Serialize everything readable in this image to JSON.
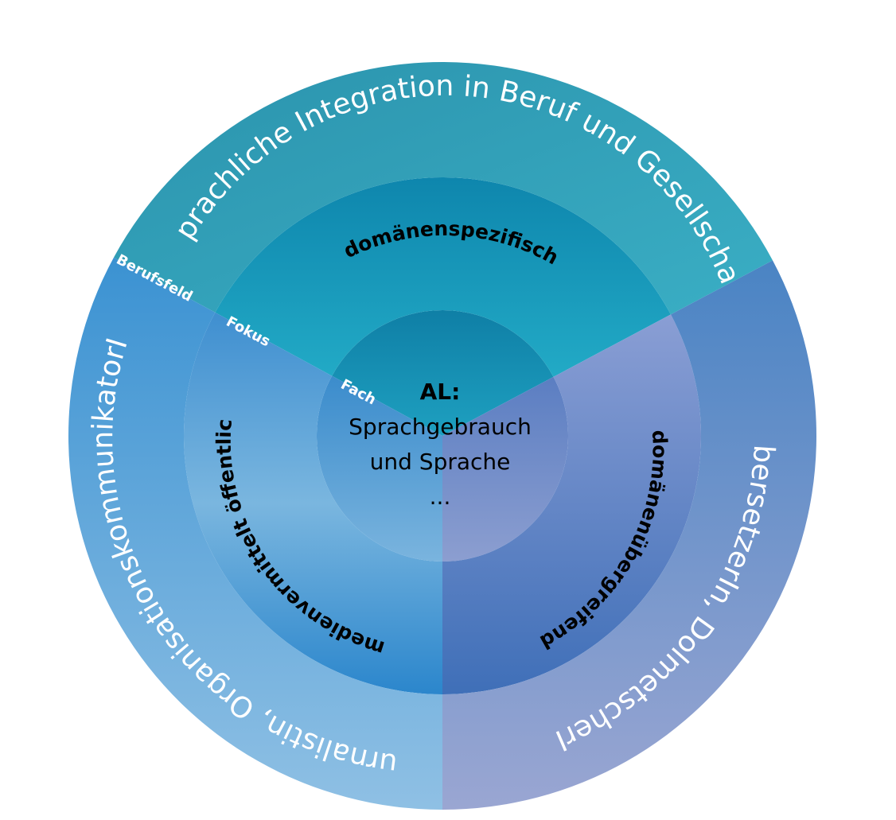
{
  "center": {
    "title": "AL:",
    "line1": "Sprachgebrauch",
    "line2": "und Sprache",
    "line3": "..."
  },
  "segments": {
    "top": {
      "outer_label": "Sprachliche Integration in Beruf und Gesellschaft",
      "middle_label": "domänenspezifisch"
    },
    "right": {
      "outer_label": "ÜbersetzerIn, DolmetscherIn",
      "middle_label": "domänenübergreifend"
    },
    "left": {
      "outer_label": "Journalistin, OrganisationskommunikatorIn",
      "middle_label": "medienvermittelt öffentlich"
    }
  },
  "ring_axis_labels": {
    "outer": "Berufsfeld",
    "middle": "Fokus",
    "inner": "Fach"
  },
  "colors": {
    "top_outer": "#2e9ab3",
    "top_mid": "#1a93b8",
    "top_inner": "#1489ad",
    "right_outer": "#6a8ec8",
    "right_mid": "#5a80c2",
    "right_inner": "#7a94cc",
    "left_outer": "#4b9fd6",
    "left_mid": "#4695d0",
    "left_inner": "#5ea4d8"
  }
}
